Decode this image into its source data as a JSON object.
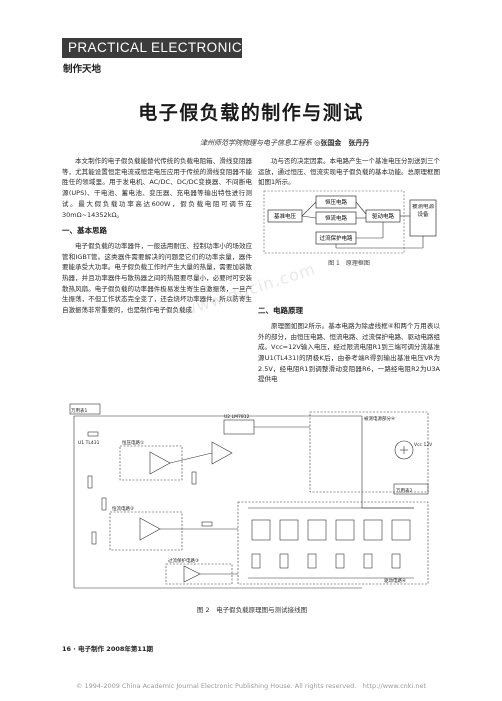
{
  "header": {
    "banner": "PRACTICAL ELECTRONICS",
    "section": "制作天地"
  },
  "article": {
    "title": "电子假负载的制作与测试",
    "affiliation": "津州师范学院物理与电子信息工程系",
    "authors": "◎张国金　张丹丹"
  },
  "left_column": {
    "intro": "本文制作的电子假负载能替代传统的负载电阻箱、滑线变阻器等，尤其能设置恒定电流或恒定电压应用于传统的滑线变阻器不能胜任的领域里。用于发电机、AC/DC、DC/DC变换器、不间断电源(UPS)、干电池、蓄电池、变压器、充电器等输出特性进行测试。最大假负载功率高达600W，假负载电阻可调节在30mΩ~14352kΩ。",
    "heading1": "一、基本思路",
    "para2": "电子假负载的功率器件，一般选用耐压、控制功率小的场效应管和IGBT管。这类器件需要解决的问题是它们的功率余量，器件要能承受大功率。电子假负载工作时产生大量的热量，需要加装散热器，并且功率器件与散热器之间的热阻要尽量小，必要时可安装散热风扇。电子假负载的功率器件极易发生寄生自激振荡，一旦产生振荡，不但工作状态完全变了，还会烧坏功率器件。所以防寄生自激振荡非常重要的，也是制作电子假负载成"
  },
  "right_column": {
    "para1": "功与否的决定因素。本电路产生一个基准电压分别送到三个运放，通过恒压、恒流实现电子假负载的基本功能。总原理框图如图1所示。",
    "heading2": "二、电路原理",
    "para2": "原理图如图2所示。基本电路为除虚线框④和两个万用表以外的部分，由恒压电路、恒流电路、过流保护电路、驱动电路组成。Vcc=12V输入电压，经过限流电阻R1到三端可调分流基准源U1(TL431)的阴极K后，由参考端R得到输出基准电压VR为2.5V，经电阻R1到调整滑动变阻器R6，一路经电阻R2为U3A提供电"
  },
  "figure1": {
    "caption": "图 1　原理框图",
    "blocks": {
      "ref": "基准电压",
      "cv": "恒压电路",
      "cc": "恒流电路",
      "drive": "驱动电路",
      "ocp": "过流保护电路",
      "dut": "被测电源设备"
    }
  },
  "figure2": {
    "caption": "图 2　电子假负载原理图与测试接线图",
    "labels": {
      "meter1": "万用表1",
      "meter2": "万用表2",
      "src_box": "被测电源部分④",
      "drive": "驱动电路④",
      "cv": "恒压电路①",
      "cc": "恒流电路②",
      "ocp": "过流保护电路③",
      "u1": "U1 TL431",
      "u2": "U2 LM7812",
      "vcc": "Vcc 12V"
    }
  },
  "footer": {
    "page": "16 · 电子制作 2008年第11期"
  },
  "copyright": "© 1994-2009 China Academic Journal Electronic Publishing House. All rights reserved.　http://www.cnki.net",
  "watermark": "www.docin.com"
}
